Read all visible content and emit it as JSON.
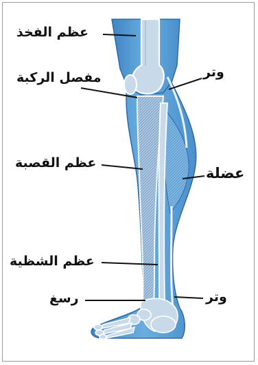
{
  "labels": {
    "femur": "عظم الفخذ",
    "knee_joint": "مفصل الركبة",
    "tibia": "عظم القصبة",
    "fibula": "عظم الشظية",
    "tarsus": "رسغ",
    "tendon_top": "وتر",
    "muscle": "عضلة",
    "tendon_bottom": "وتر"
  },
  "colors": {
    "leg_fill": "#5b9fd6",
    "leg_dark": "#2f6aa8",
    "bone_fill": "#c8daea",
    "bone_outline": "#ffffff",
    "leader": "#111111"
  }
}
